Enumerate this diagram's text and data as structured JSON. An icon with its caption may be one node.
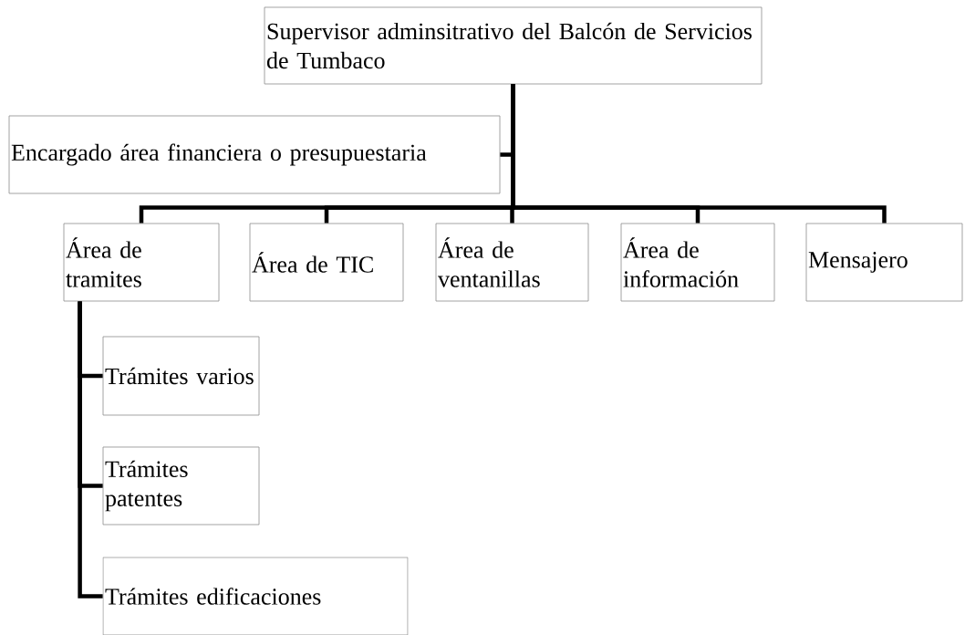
{
  "diagram": {
    "nodes": [
      {
        "text": [
          "Supervisor adminsitrativo del Balcón de Servicios de Tumbaco"
        ]
      },
      {
        "text": [
          "Encargado área financiera o presupuestaria"
        ]
      },
      {
        "text": [
          "Área de tramites"
        ]
      },
      {
        "text": [
          "Área de TIC"
        ]
      },
      {
        "text": [
          "Área de ventanillas"
        ]
      },
      {
        "text": [
          "Área de información"
        ]
      },
      {
        "text": [
          "Mensajero"
        ]
      },
      {
        "text": [
          "Trámites varios"
        ]
      },
      {
        "text": [
          "Trámites patentes"
        ]
      },
      {
        "text": [
          "Trámites edificaciones"
        ]
      }
    ],
    "edges": [
      {
        "from": 0,
        "to": 1,
        "arrow": "none"
      },
      {
        "from": 0,
        "to": 2,
        "arrow": "none"
      },
      {
        "from": 0,
        "to": 3,
        "arrow": "none"
      },
      {
        "from": 0,
        "to": 4,
        "arrow": "none"
      },
      {
        "from": 0,
        "to": 5,
        "arrow": "none"
      },
      {
        "from": 0,
        "to": 6,
        "arrow": "none"
      },
      {
        "from": 2,
        "to": 7,
        "arrow": "none"
      },
      {
        "from": 2,
        "to": 8,
        "arrow": "none"
      },
      {
        "from": 2,
        "to": 9,
        "arrow": "none"
      }
    ]
  }
}
